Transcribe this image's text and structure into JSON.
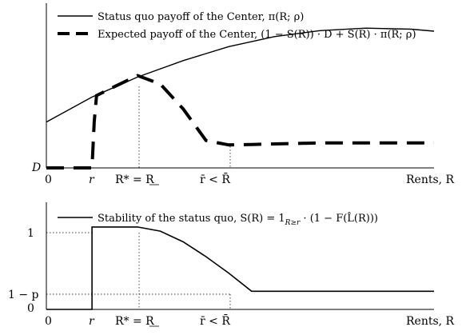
{
  "chart_data": [
    {
      "type": "line",
      "title": "",
      "xlabel": "Rents, R",
      "ylabel": "",
      "x_ticks": [
        "0",
        "r",
        "R* = R",
        "r̄ < R̄"
      ],
      "y_ticks": [
        "D"
      ],
      "legend_position": "top-left",
      "grid": false,
      "xlim": [
        0,
        8.5
      ],
      "ylim": [
        0,
        3.3
      ],
      "series": [
        {
          "name": "Status quo payoff of the Center, π(R; ρ)",
          "style": "solid",
          "x": [
            0,
            1,
            2,
            3,
            4,
            5,
            6,
            7,
            8,
            8.5
          ],
          "y": [
            0.92,
            1.42,
            1.82,
            2.15,
            2.43,
            2.63,
            2.75,
            2.8,
            2.78,
            2.74
          ]
        },
        {
          "name": "Expected payoff of the Center, (1 − S(R)) · D + S(R) · π(R; ρ)",
          "style": "dashed",
          "x": [
            0,
            1,
            1.05,
            1.1,
            1.5,
            2,
            2.5,
            3,
            3.5,
            4,
            4.5,
            5,
            5.5,
            6,
            6.5,
            7,
            7.5,
            8,
            8.5
          ],
          "y": [
            0,
            0,
            0.93,
            1.45,
            1.63,
            1.85,
            1.68,
            1.18,
            0.55,
            0.46,
            0.47,
            0.48,
            0.49,
            0.5,
            0.5,
            0.5,
            0.5,
            0.5,
            0.5
          ]
        }
      ]
    },
    {
      "type": "line",
      "title": "",
      "xlabel": "Rents, R",
      "ylabel": "",
      "x_ticks": [
        "0",
        "r",
        "R* = R",
        "r̄ < R̄"
      ],
      "y_ticks": [
        "1",
        "1 − p",
        "0"
      ],
      "legend_position": "top-left",
      "grid": false,
      "xlim": [
        0,
        8.5
      ],
      "ylim": [
        0,
        1.3
      ],
      "series": [
        {
          "name": "Stability of the status quo, S(R) = 1",
          "style": "solid",
          "x": [
            0,
            1,
            1,
            2,
            2.5,
            3,
            3.5,
            4,
            4.5,
            5,
            6,
            7,
            8,
            8.5
          ],
          "y": [
            0,
            0,
            1,
            1,
            0.95,
            0.82,
            0.64,
            0.44,
            0.22,
            0.22,
            0.22,
            0.22,
            0.22,
            0.22
          ]
        }
      ]
    }
  ],
  "labels": {
    "top": {
      "legend_1": "Status quo payoff of the Center, π(R; ρ)",
      "legend_2": "Expected payoff of the Center, (1 − S(R)) · D + S(R) · π(R; ρ)",
      "ylabel_D": "D"
    },
    "bottom": {
      "legend_pre": "Stability of the status quo, S(R) = 1",
      "legend_sub": "R≥r",
      "legend_post": " · (1 − F(L̂(R)))",
      "ytick_1": "1",
      "ytick_1mp": "1 − p",
      "ytick_0": "0"
    },
    "xticks": {
      "zero": "0",
      "r": "r",
      "rstar": "R* = R",
      "rbar": "r̄ < R̄"
    },
    "xlabel": "Rents, R"
  }
}
